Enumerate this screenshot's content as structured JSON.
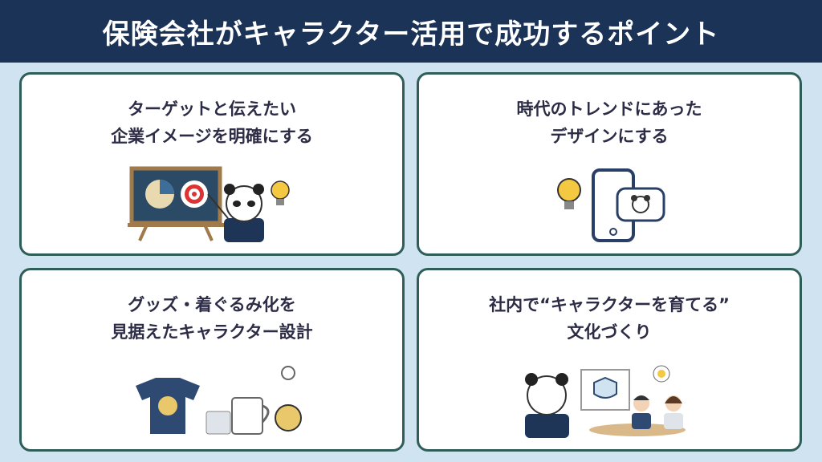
{
  "header": {
    "title": "保険会社がキャラクター活用で成功するポイント"
  },
  "cards": [
    {
      "lines": [
        "ターゲットと伝えたい",
        "企業イメージを明確にする"
      ],
      "icon": "presentation-board-panda-icon"
    },
    {
      "lines": [
        "時代のトレンドにあった",
        "デザインにする"
      ],
      "icon": "smartphone-chat-icon"
    },
    {
      "lines": [
        "グッズ・着ぐるみ化を",
        "見据えたキャラクター設計"
      ],
      "icon": "merchandise-icon"
    },
    {
      "lines": [
        "社内で“キャラクターを育てる”",
        "文化づくり"
      ],
      "icon": "team-meeting-icon"
    }
  ],
  "colors": {
    "header": "#1c3358",
    "background": "#cfe3f1",
    "card_border": "#2f5d57",
    "text": "#2c2c46"
  }
}
